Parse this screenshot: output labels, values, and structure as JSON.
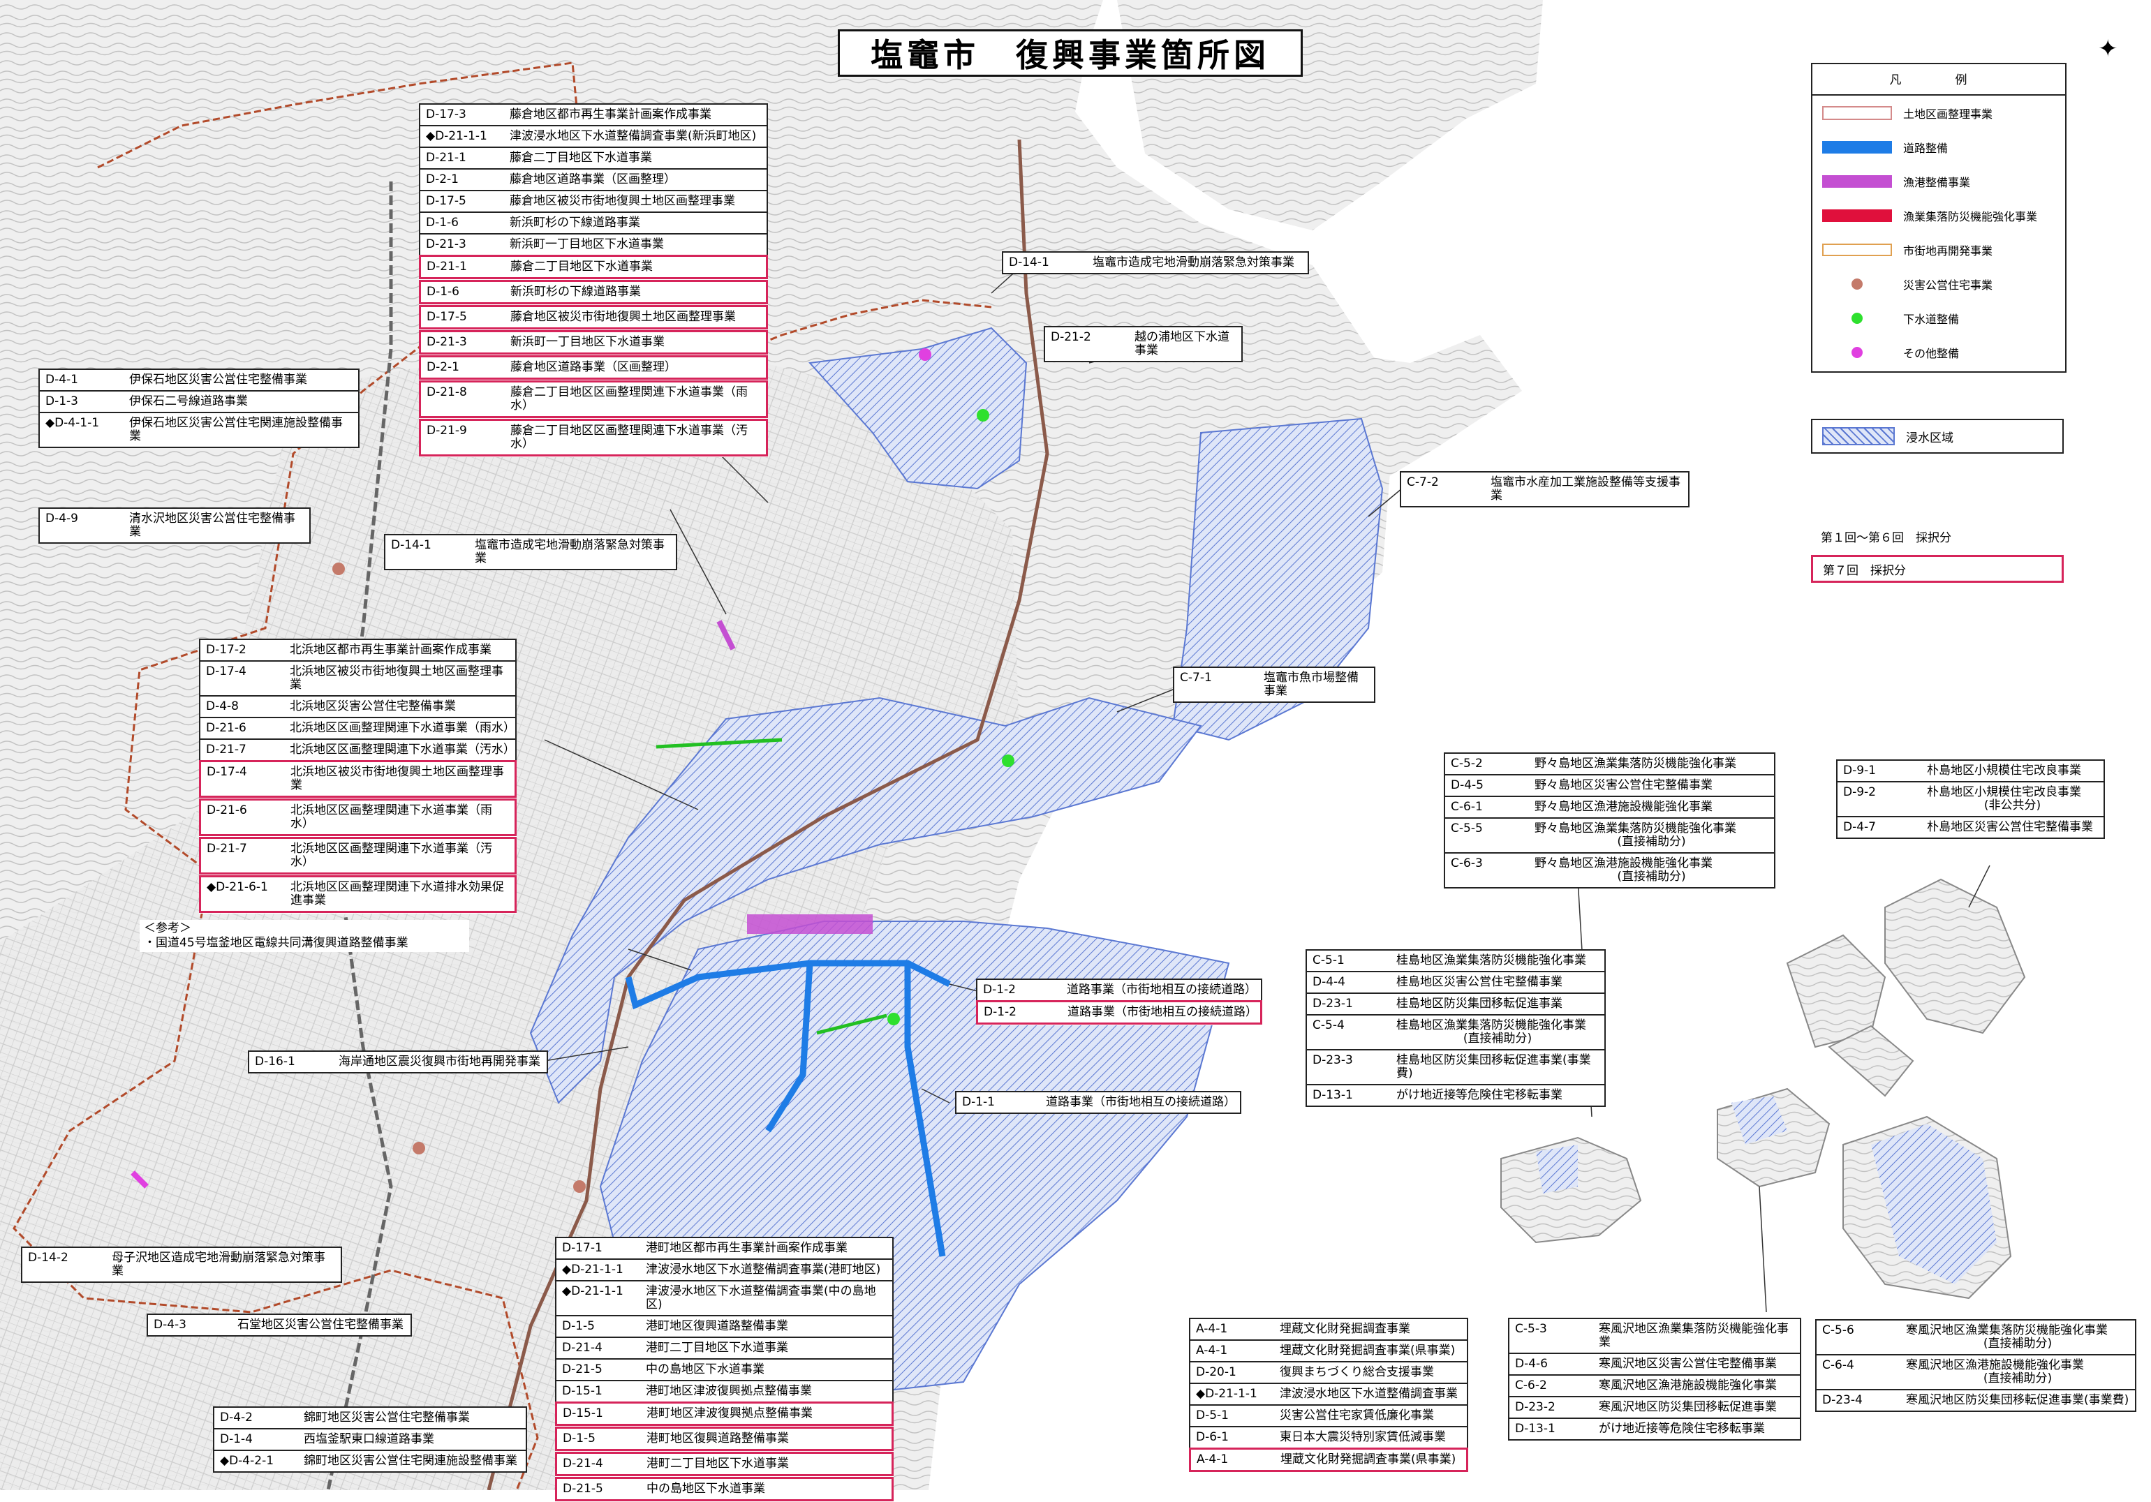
{
  "title": "塩竈市　復興事業箇所図",
  "compass": "✦",
  "colors": {
    "land": "#f1f1f1",
    "contour": "#b3b3b3",
    "sea": "#ffffff",
    "inundation": "#5b78d2",
    "road": "#1e7ce6",
    "fishport": "#c44fd2",
    "fishvillage": "#e0103c",
    "landreadjust": "#b24a2a",
    "railway": "#8b5a4a",
    "round1to6": "#222222",
    "round7": "#d6245a"
  },
  "legend": {
    "heading": "凡　例",
    "items": [
      {
        "icon": "land-readjustment-swatch",
        "label": "土地区画整理事業"
      },
      {
        "icon": "road-swatch",
        "label": "道路整備"
      },
      {
        "icon": "fishing-port-swatch",
        "label": "漁港整備事業"
      },
      {
        "icon": "fishing-village-swatch",
        "label": "漁業集落防災機能強化事業"
      },
      {
        "icon": "urban-redev-swatch",
        "label": "市街地再開発事業"
      },
      {
        "icon": "public-housing-dot",
        "label": "災害公営住宅事業"
      },
      {
        "icon": "sewer-dot",
        "label": "下水道整備"
      },
      {
        "icon": "other-dot",
        "label": "その他整備"
      }
    ],
    "inundation_label": "浸水区域",
    "round_1_6": "第１回～第６回　採択分",
    "round_7": "第７回　採択分"
  },
  "callouts": {
    "top_center": [
      {
        "code": "D-17-3",
        "label": "藤倉地区都市再生事業計画案作成事業",
        "r7": false
      },
      {
        "code": "◆D-21-1-1",
        "label": "津波浸水地区下水道整備調査事業(新浜町地区)",
        "r7": false
      },
      {
        "code": "D-21-1",
        "label": "藤倉二丁目地区下水道事業",
        "r7": false
      },
      {
        "code": "D-2-1",
        "label": "藤倉地区道路事業（区画整理）",
        "r7": false
      },
      {
        "code": "D-17-5",
        "label": "藤倉地区被災市街地復興土地区画整理事業",
        "r7": false
      },
      {
        "code": "D-1-6",
        "label": "新浜町杉の下線道路事業",
        "r7": false
      },
      {
        "code": "D-21-3",
        "label": "新浜町一丁目地区下水道事業",
        "r7": false
      },
      {
        "code": "D-21-1",
        "label": "藤倉二丁目地区下水道事業",
        "r7": true
      },
      {
        "code": "D-1-6",
        "label": "新浜町杉の下線道路事業",
        "r7": true
      },
      {
        "code": "D-17-5",
        "label": "藤倉地区被災市街地復興土地区画整理事業",
        "r7": true
      },
      {
        "code": "D-21-3",
        "label": "新浜町一丁目地区下水道事業",
        "r7": true
      },
      {
        "code": "D-2-1",
        "label": "藤倉地区道路事業（区画整理）",
        "r7": true
      },
      {
        "code": "D-21-8",
        "label": "藤倉二丁目地区区画整理関連下水道事業（雨水）",
        "r7": true
      },
      {
        "code": "D-21-9",
        "label": "藤倉二丁目地区区画整理関連下水道事業（汚水）",
        "r7": true
      }
    ],
    "top_left": [
      {
        "code": "D-4-1",
        "label": "伊保石地区災害公営住宅整備事業",
        "r7": false
      },
      {
        "code": "D-1-3",
        "label": "伊保石二号線道路事業",
        "r7": false
      },
      {
        "code": "◆D-4-1-1",
        "label": "伊保石地区災害公営住宅関連施設整備事業",
        "r7": false
      }
    ],
    "shimizu": [
      {
        "code": "D-4-9",
        "label": "清水沢地区災害公営住宅整備事業",
        "r7": false
      }
    ],
    "d14_1_left": [
      {
        "code": "D-14-1",
        "label": "塩竈市造成宅地滑動崩落緊急対策事業",
        "r7": false
      }
    ],
    "d14_1_right": [
      {
        "code": "D-14-1",
        "label": "塩竈市造成宅地滑動崩落緊急対策事業",
        "r7": false
      }
    ],
    "d21_2": [
      {
        "code": "D-21-2",
        "label": "越の浦地区下水道事業",
        "r7": false
      }
    ],
    "c7_2": [
      {
        "code": "C-7-2",
        "label": "塩竈市水産加工業施設整備等支援事業",
        "r7": false
      }
    ],
    "c7_1": [
      {
        "code": "C-7-1",
        "label": "塩竈市魚市場整備事業",
        "r7": false
      }
    ],
    "kitahama": [
      {
        "code": "D-17-2",
        "label": "北浜地区都市再生事業計画案作成事業",
        "r7": false
      },
      {
        "code": "D-17-4",
        "label": "北浜地区被災市街地復興土地区画整理事業",
        "r7": false
      },
      {
        "code": "D-4-8",
        "label": "北浜地区災害公営住宅整備事業",
        "r7": false
      },
      {
        "code": "D-21-6",
        "label": "北浜地区区画整理関連下水道事業（雨水）",
        "r7": false
      },
      {
        "code": "D-21-7",
        "label": "北浜地区区画整理関連下水道事業（汚水）",
        "r7": false
      },
      {
        "code": "D-17-4",
        "label": "北浜地区被災市街地復興土地区画整理事業",
        "r7": true
      },
      {
        "code": "D-21-6",
        "label": "北浜地区区画整理関連下水道事業（雨水）",
        "r7": true
      },
      {
        "code": "D-21-7",
        "label": "北浜地区区画整理関連下水道事業（汚水）",
        "r7": true
      },
      {
        "code": "◆D-21-6-1",
        "label": "北浜地区区画整理関連下水道排水効果促進事業",
        "r7": true
      }
    ],
    "reference": "＜参考＞\n・国道45号塩釜地区電線共同溝復興道路整備事業",
    "d16_1": [
      {
        "code": "D-16-1",
        "label": "海岸通地区震災復興市街地再開発事業",
        "r7": false
      }
    ],
    "d1_2": [
      {
        "code": "D-1-2",
        "label": "道路事業（市街地相互の接続道路）",
        "r7": false
      },
      {
        "code": "D-1-2",
        "label": "道路事業（市街地相互の接続道路）",
        "r7": true
      }
    ],
    "d1_1": [
      {
        "code": "D-1-1",
        "label": "道路事業（市街地相互の接続道路）",
        "r7": false
      }
    ],
    "d14_2": [
      {
        "code": "D-14-2",
        "label": "母子沢地区造成宅地滑動崩落緊急対策事業",
        "r7": false
      }
    ],
    "d4_3": [
      {
        "code": "D-4-3",
        "label": "石堂地区災害公営住宅整備事業",
        "r7": false
      }
    ],
    "nishiki": [
      {
        "code": "D-4-2",
        "label": "錦町地区災害公営住宅整備事業",
        "r7": false
      },
      {
        "code": "D-1-4",
        "label": "西塩釜駅東口線道路事業",
        "r7": false
      },
      {
        "code": "◆D-4-2-1",
        "label": "錦町地区災害公営住宅関連施設整備事業",
        "r7": false
      }
    ],
    "minato": [
      {
        "code": "D-17-1",
        "label": "港町地区都市再生事業計画案作成事業",
        "r7": false
      },
      {
        "code": "◆D-21-1-1",
        "label": "津波浸水地区下水道整備調査事業(港町地区)",
        "r7": false
      },
      {
        "code": "◆D-21-1-1",
        "label": "津波浸水地区下水道整備調査事業(中の島地区)",
        "r7": false
      },
      {
        "code": "D-1-5",
        "label": "港町地区復興道路整備事業",
        "r7": false
      },
      {
        "code": "D-21-4",
        "label": "港町二丁目地区下水道事業",
        "r7": false
      },
      {
        "code": "D-21-5",
        "label": "中の島地区下水道事業",
        "r7": false
      },
      {
        "code": "D-15-1",
        "label": "港町地区津波復興拠点整備事業",
        "r7": false
      },
      {
        "code": "D-15-1",
        "label": "港町地区津波復興拠点整備事業",
        "r7": true
      },
      {
        "code": "D-1-5",
        "label": "港町地区復興道路整備事業",
        "r7": true
      },
      {
        "code": "D-21-4",
        "label": "港町二丁目地区下水道事業",
        "r7": true
      },
      {
        "code": "D-21-5",
        "label": "中の島地区下水道事業",
        "r7": true
      }
    ],
    "citywide": [
      {
        "code": "A-4-1",
        "label": "埋蔵文化財発掘調査事業",
        "r7": false
      },
      {
        "code": "A-4-1",
        "label": "埋蔵文化財発掘調査事業(県事業)",
        "r7": false
      },
      {
        "code": "D-20-1",
        "label": "復興まちづくり総合支援事業",
        "r7": false
      },
      {
        "code": "◆D-21-1-1",
        "label": "津波浸水地区下水道整備調査事業",
        "r7": false
      },
      {
        "code": "D-5-1",
        "label": "災害公営住宅家賃低廉化事業",
        "r7": false
      },
      {
        "code": "D-6-1",
        "label": "東日本大震災特別家賃低減事業",
        "r7": false
      },
      {
        "code": "A-4-1",
        "label": "埋蔵文化財発掘調査事業(県事業)",
        "r7": true
      }
    ],
    "nonoshima": [
      {
        "code": "C-5-2",
        "label": "野々島地区漁業集落防災機能強化事業",
        "r7": false
      },
      {
        "code": "D-4-5",
        "label": "野々島地区災害公営住宅整備事業",
        "r7": false
      },
      {
        "code": "C-6-1",
        "label": "野々島地区漁港施設機能強化事業",
        "r7": false
      },
      {
        "code": "C-5-5",
        "label": "野々島地区漁業集落防災機能強化事業",
        "label2": "(直接補助分)",
        "r7": false
      },
      {
        "code": "C-6-3",
        "label": "野々島地区漁港施設機能強化事業",
        "label2": "(直接補助分)",
        "r7": false
      }
    ],
    "hoojima": [
      {
        "code": "D-9-1",
        "label": "朴島地区小規模住宅改良事業",
        "r7": false
      },
      {
        "code": "D-9-2",
        "label": "朴島地区小規模住宅改良事業",
        "label2": "(非公共分)",
        "r7": false
      },
      {
        "code": "D-4-7",
        "label": "朴島地区災害公営住宅整備事業",
        "r7": false
      }
    ],
    "katsurashima": [
      {
        "code": "C-5-1",
        "label": "桂島地区漁業集落防災機能強化事業",
        "r7": false
      },
      {
        "code": "D-4-4",
        "label": "桂島地区災害公営住宅整備事業",
        "r7": false
      },
      {
        "code": "D-23-1",
        "label": "桂島地区防災集団移転促進事業",
        "r7": false
      },
      {
        "code": "C-5-4",
        "label": "桂島地区漁業集落防災機能強化事業",
        "label2": "(直接補助分)",
        "r7": false
      },
      {
        "code": "D-23-3",
        "label": "桂島地区防災集団移転促進事業(事業費)",
        "r7": false
      },
      {
        "code": "D-13-1",
        "label": "がけ地近接等危険住宅移転事業",
        "r7": false
      }
    ],
    "sabusawa_a": [
      {
        "code": "C-5-3",
        "label": "寒風沢地区漁業集落防災機能強化事業",
        "r7": false
      },
      {
        "code": "D-4-6",
        "label": "寒風沢地区災害公営住宅整備事業",
        "r7": false
      },
      {
        "code": "C-6-2",
        "label": "寒風沢地区漁港施設機能強化事業",
        "r7": false
      },
      {
        "code": "D-23-2",
        "label": "寒風沢地区防災集団移転促進事業",
        "r7": false
      },
      {
        "code": "D-13-1",
        "label": "がけ地近接等危険住宅移転事業",
        "r7": false
      }
    ],
    "sabusawa_b": [
      {
        "code": "C-5-6",
        "label": "寒風沢地区漁業集落防災機能強化事業",
        "label2": "(直接補助分)",
        "r7": false
      },
      {
        "code": "C-6-4",
        "label": "寒風沢地区漁港施設機能強化事業",
        "label2": "(直接補助分)",
        "r7": false
      },
      {
        "code": "D-23-4",
        "label": "寒風沢地区防災集団移転促進事業(事業費)",
        "r7": false
      }
    ]
  },
  "markers": {
    "housing": [
      [
        460,
        630
      ],
      [
        485,
        815
      ],
      [
        600,
        1645
      ],
      [
        830,
        1700
      ]
    ],
    "sewer": [
      [
        1408,
        595
      ],
      [
        1444,
        1090
      ],
      [
        1280,
        1460
      ]
    ],
    "other": [
      [
        1325,
        508
      ]
    ]
  }
}
